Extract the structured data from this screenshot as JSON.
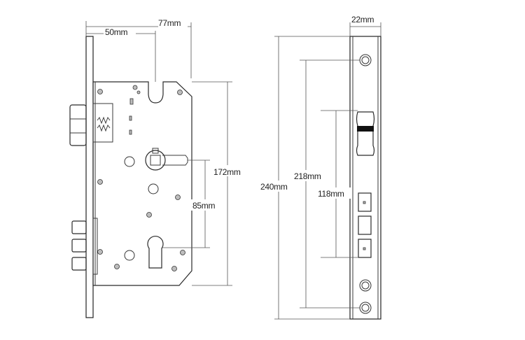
{
  "dimensions": {
    "backset": "50mm",
    "case_width": "77mm",
    "case_height": "172mm",
    "spindle_to_cylinder": "85mm",
    "faceplate_width": "22mm",
    "faceplate_length": "240mm",
    "fixing_hole_spacing": "218mm",
    "strike_spacing": "118mm"
  }
}
